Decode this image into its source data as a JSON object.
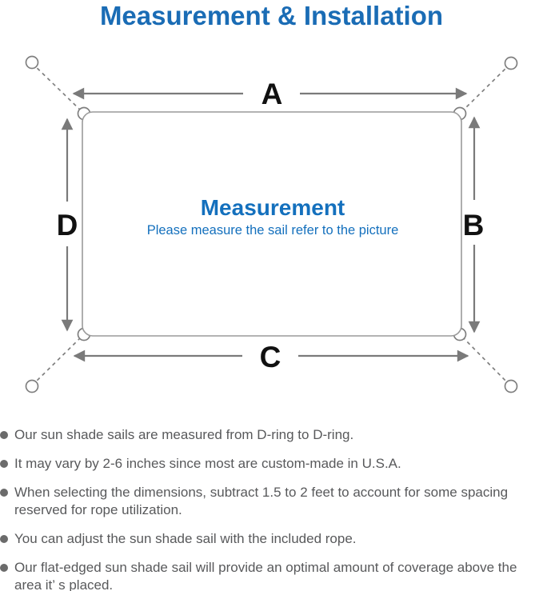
{
  "page": {
    "title": "Measurement & Installation"
  },
  "diagram": {
    "labels": {
      "top": "A",
      "right": "B",
      "bottom": "C",
      "left": "D"
    },
    "center_title": "Measurement",
    "center_subtitle": "Please measure the sail refer to the picture"
  },
  "bullets": {
    "items": [
      "Our sun shade sails are measured from D-ring to D-ring.",
      "It may vary by 2-6 inches since most are custom-made in U.S.A.",
      "When selecting the dimensions, subtract 1.5 to 2 feet to account for some spacing reserved for rope utilization.",
      "You can adjust the sun shade sail with the included rope.",
      "Our flat-edged sun shade sail will provide an optimal amount of coverage above the area it’ s placed."
    ]
  },
  "colors": {
    "accent_blue": "#1a6cb5",
    "center_text_blue": "#1470bd",
    "line_gray": "#7f7f7f",
    "sail_outline_gray": "#9a9a9a",
    "dimension_label_black": "#111111",
    "note_text_gray": "#58595b"
  }
}
